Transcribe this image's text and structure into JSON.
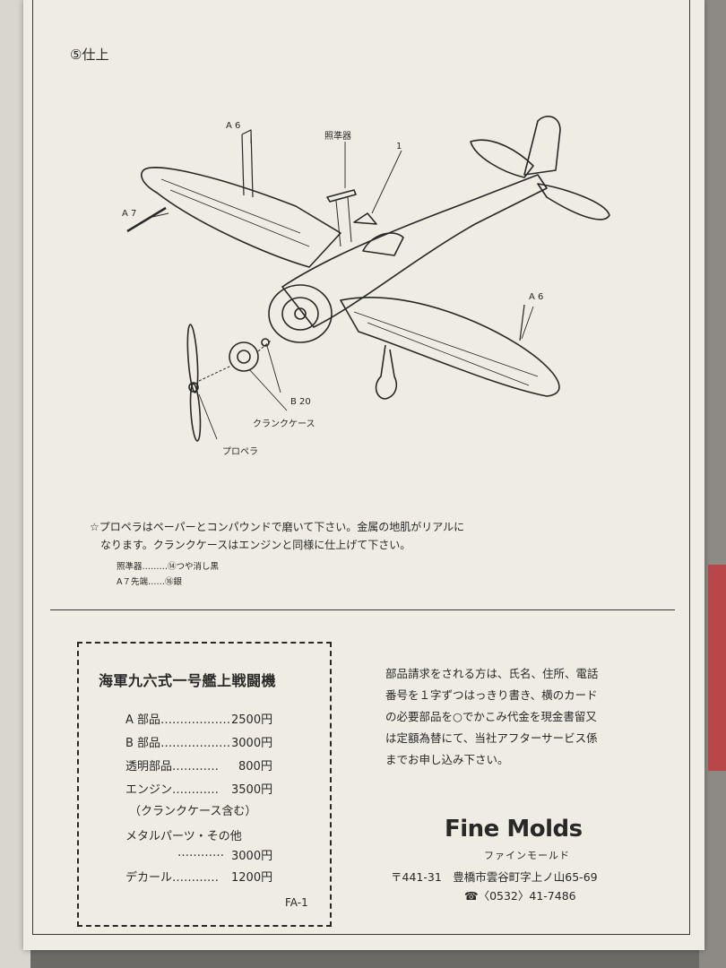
{
  "step": {
    "title": "⑤仕上"
  },
  "diagram": {
    "labels": {
      "a6_top": "A 6",
      "a7": "A 7",
      "gunsight": "照準器",
      "part1": "1",
      "a6_right": "A 6",
      "b20": "B 20",
      "crankcase": "クランクケース",
      "propeller": "プロペラ"
    }
  },
  "note": {
    "line1": "☆プロペラはペーパーとコンパウンドで磨いて下さい。金属の地肌がリアルに",
    "line2": "なります。クランクケースはエンジンと同様に仕上げて下さい。"
  },
  "color_notes": [
    "照準器………⑭つや消し黒",
    "A７先端……⑯銀"
  ],
  "parts_box": {
    "title": "海軍九六式一号艦上戦闘機",
    "items": [
      {
        "name": "A 部品",
        "dots": "………………",
        "price": "2500円"
      },
      {
        "name": "B 部品",
        "dots": "………………",
        "price": "3000円"
      },
      {
        "name": "透明部品",
        "dots": "…………",
        "price": "800円"
      },
      {
        "name": "エンジン",
        "dots": "…………",
        "price": "3500円"
      },
      {
        "name": "（クランクケース含む）",
        "dots": "",
        "price": ""
      },
      {
        "name": "メタルパーツ・その他",
        "dots": "",
        "price": ""
      },
      {
        "name": "",
        "dots": "…………",
        "price": "3000円"
      },
      {
        "name": "デカール",
        "dots": "…………",
        "price": "1200円"
      }
    ],
    "code": "FA-1"
  },
  "order_info": {
    "lines": [
      "部品請求をされる方は、氏名、住所、電話",
      "番号を１字ずつはっきり書き、横のカード",
      "の必要部品を○でかこみ代金を現金書留又",
      "は定額為替にて、当社アフターサービス係",
      "までお申し込み下さい。"
    ]
  },
  "brand": {
    "logo": "Fine Molds",
    "kana": "ファインモールド",
    "address": "〒441-31　豊橋市雲谷町字上ノ山65-69",
    "phone": "☎〈0532〉41-7486"
  }
}
